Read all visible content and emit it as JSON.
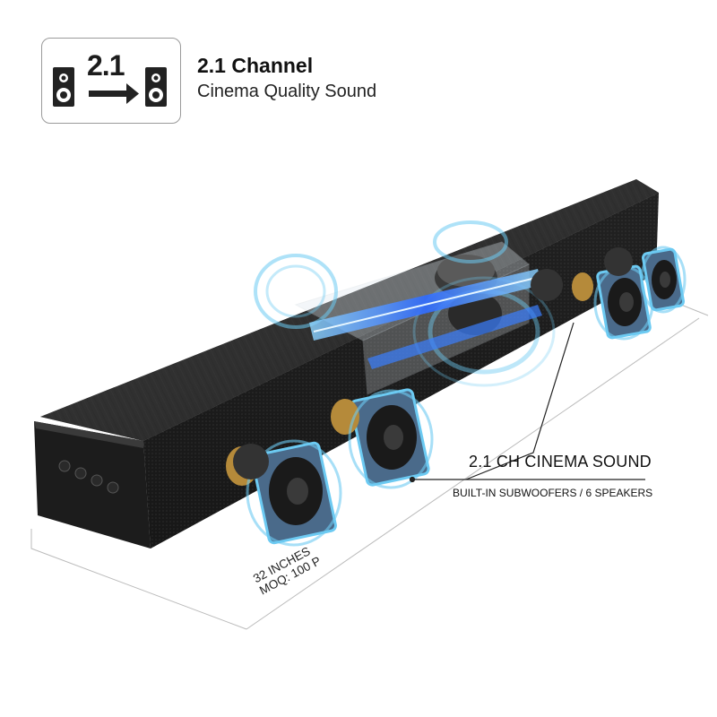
{
  "badge": {
    "number": "2.1",
    "icon_left": "speaker-icon",
    "icon_arrow": "arrow-right-icon",
    "icon_right": "speaker-icon"
  },
  "header": {
    "title": "2.1 Channel",
    "subtitle": "Cinema Quality Sound"
  },
  "callout": {
    "main": "2.1 CH CINEMA SOUND",
    "sub": "BUILT-IN SUBWOOFERS / 6 SPEAKERS"
  },
  "dimension": {
    "size": "32 INCHES",
    "moq": "MOQ: 100 P"
  },
  "colors": {
    "body": "#2a2a2a",
    "glow": "#5fc3ef",
    "beam": "#3a7fff"
  }
}
